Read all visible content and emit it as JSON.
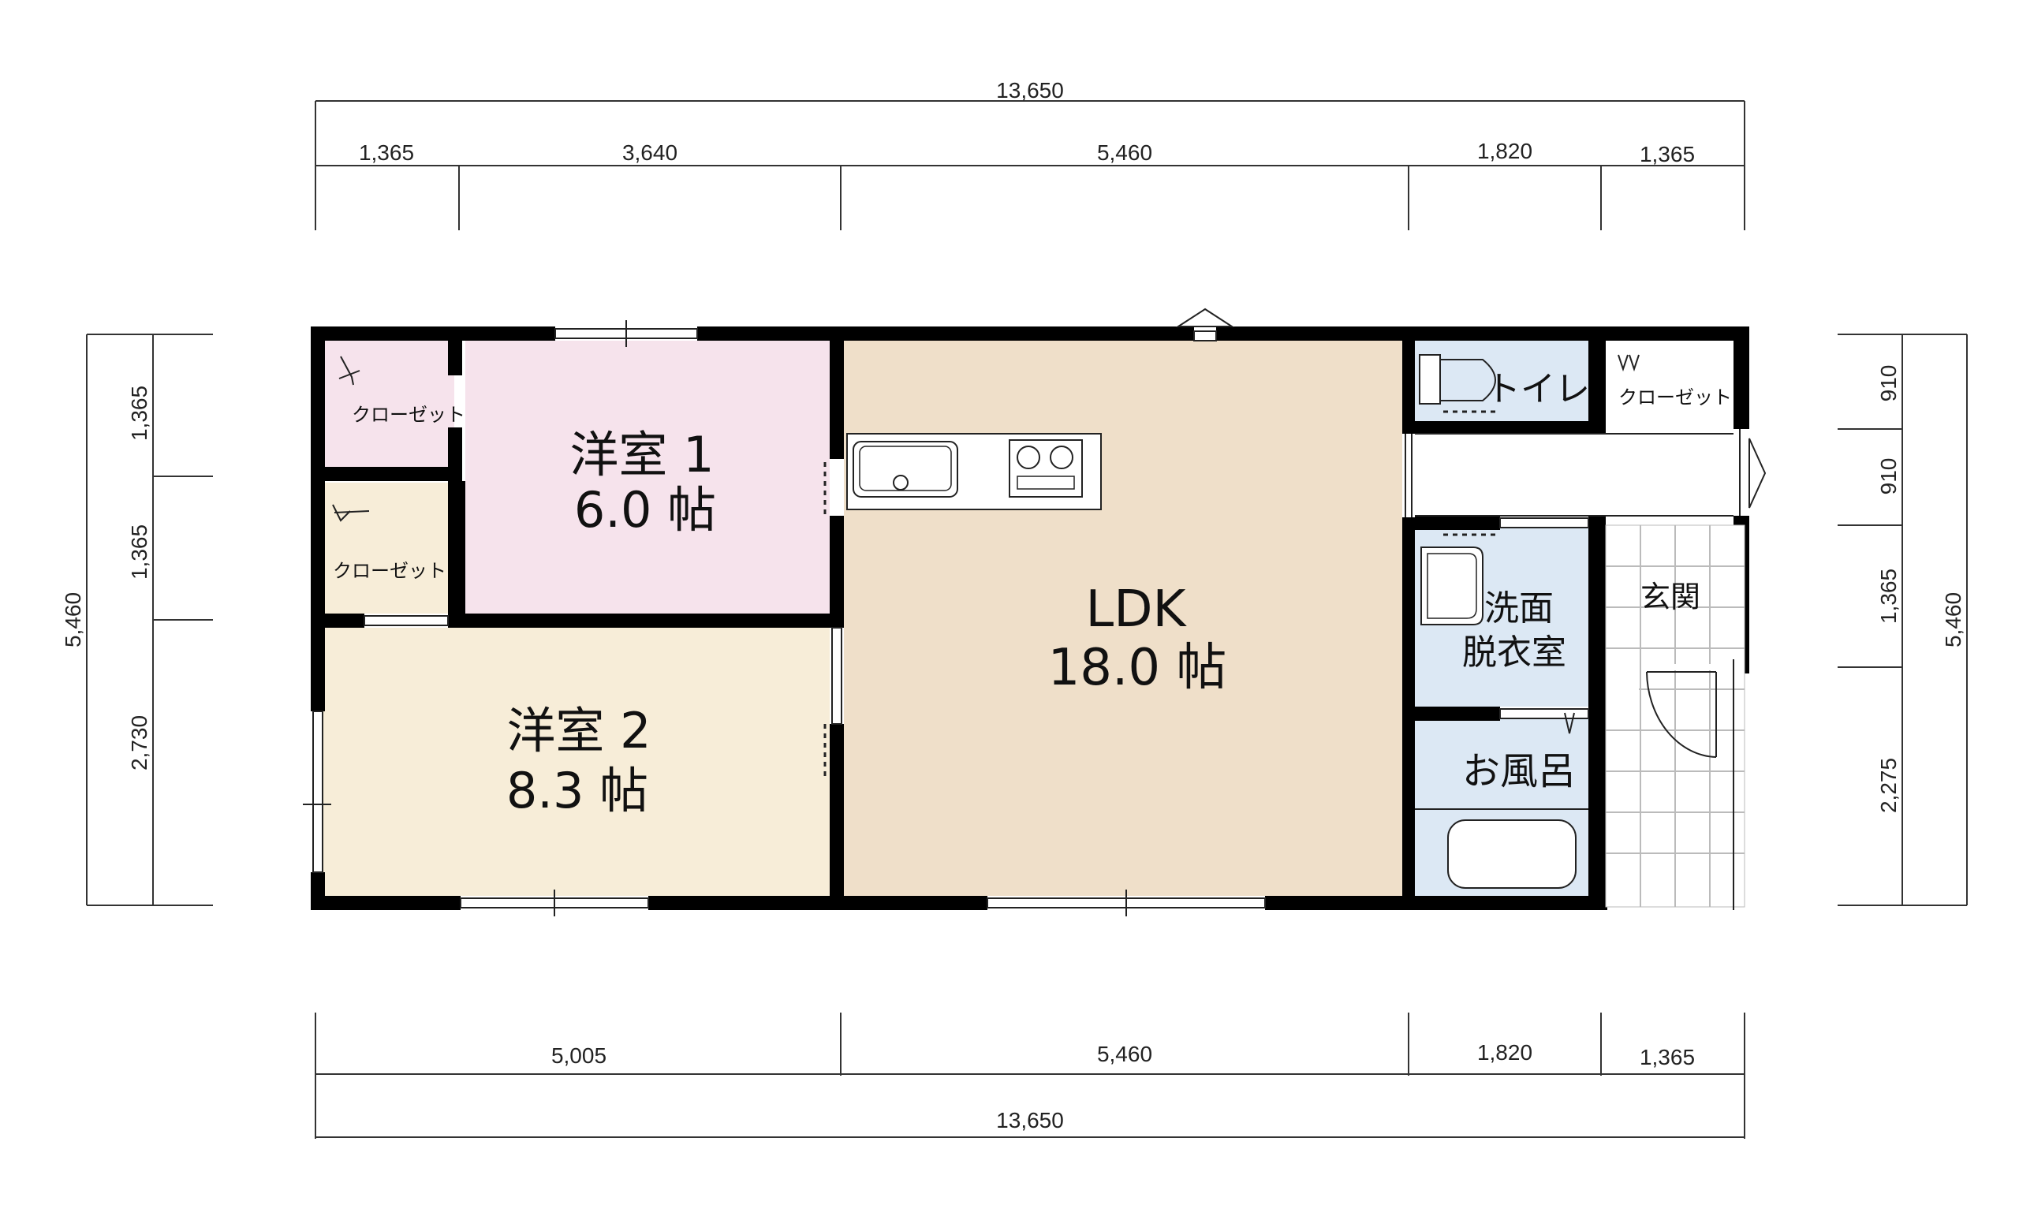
{
  "colors": {
    "bedroom1": "#F6E3EC",
    "bedroom2": "#F7EDD8",
    "ldk": "#EFDFC9",
    "wet": "#DCE8F4",
    "closet_top": "#F6E3EC",
    "closet_mid": "#F7EDD8",
    "wall": "#000000"
  },
  "top_dims": {
    "total": "13,650",
    "segments": [
      "1,365",
      "3,640",
      "5,460",
      "1,820",
      "1,365"
    ]
  },
  "bottom_dims": {
    "total": "13,650",
    "segments": [
      "5,005",
      "5,460",
      "1,820",
      "1,365"
    ]
  },
  "left_dims": {
    "total": "5,460",
    "segments": [
      "1,365",
      "1,365",
      "2,730"
    ]
  },
  "right_dims": {
    "total": "5,460",
    "segments": [
      "910",
      "910",
      "1,365",
      "2,275"
    ]
  },
  "rooms": {
    "bedroom1": {
      "name": "洋室 1",
      "size": "6.0 帖"
    },
    "bedroom2": {
      "name": "洋室 2",
      "size": "8.3 帖"
    },
    "ldk": {
      "name": "LDK",
      "size": "18.0 帖"
    },
    "toilet": "トイレ",
    "washroom_line1": "洗面",
    "washroom_line2": "脱衣室",
    "bath": "お風呂",
    "entrance": "玄関",
    "closet_a": "クローゼット",
    "closet_b": "クローゼット",
    "closet_c": "クローゼット"
  },
  "icons": {
    "sink": "kitchen-sink-icon",
    "stove": "stove-icon",
    "toilet": "toilet-icon",
    "washbasin": "washbasin-icon",
    "bathtub": "bathtub-icon",
    "door": "door-swing-icon"
  }
}
